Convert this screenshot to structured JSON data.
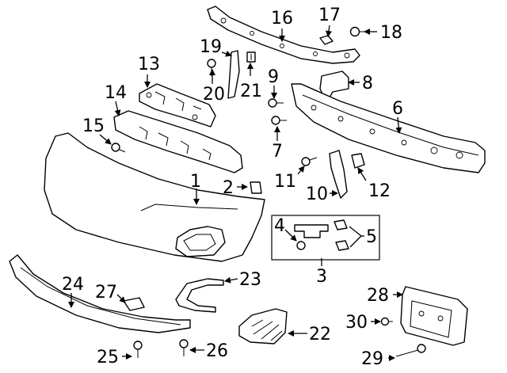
{
  "callouts": {
    "c1": "1",
    "c2": "2",
    "c3": "3",
    "c4": "4",
    "c5": "5",
    "c6": "6",
    "c7": "7",
    "c8": "8",
    "c9": "9",
    "c10": "10",
    "c11": "11",
    "c12": "12",
    "c13": "13",
    "c14": "14",
    "c15": "15",
    "c16": "16",
    "c17": "17",
    "c18": "18",
    "c19": "19",
    "c20": "20",
    "c21": "21",
    "c22": "22",
    "c23": "23",
    "c24": "24",
    "c25": "25",
    "c26": "26",
    "c27": "27",
    "c28": "28",
    "c29": "29",
    "c30": "30"
  },
  "colors": {
    "line": "#000000",
    "background": "#ffffff"
  }
}
